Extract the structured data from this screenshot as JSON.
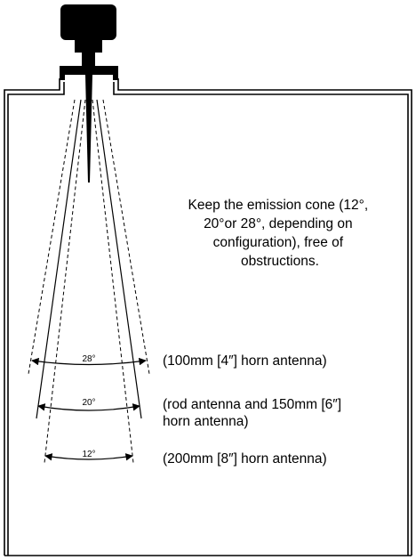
{
  "note": {
    "lines": [
      "Keep the emission cone (12°,",
      "20°or 28°, depending on",
      "configuration), free of",
      "obstructions."
    ]
  },
  "cones": [
    {
      "angle_label": "28°",
      "description": [
        "(100mm [4″] horn antenna)"
      ]
    },
    {
      "angle_label": "20°",
      "description": [
        "(rod antenna and 150mm [6″]",
        "horn antenna)"
      ]
    },
    {
      "angle_label": "12°",
      "description": [
        "(200mm [8″] horn antenna)"
      ]
    }
  ]
}
